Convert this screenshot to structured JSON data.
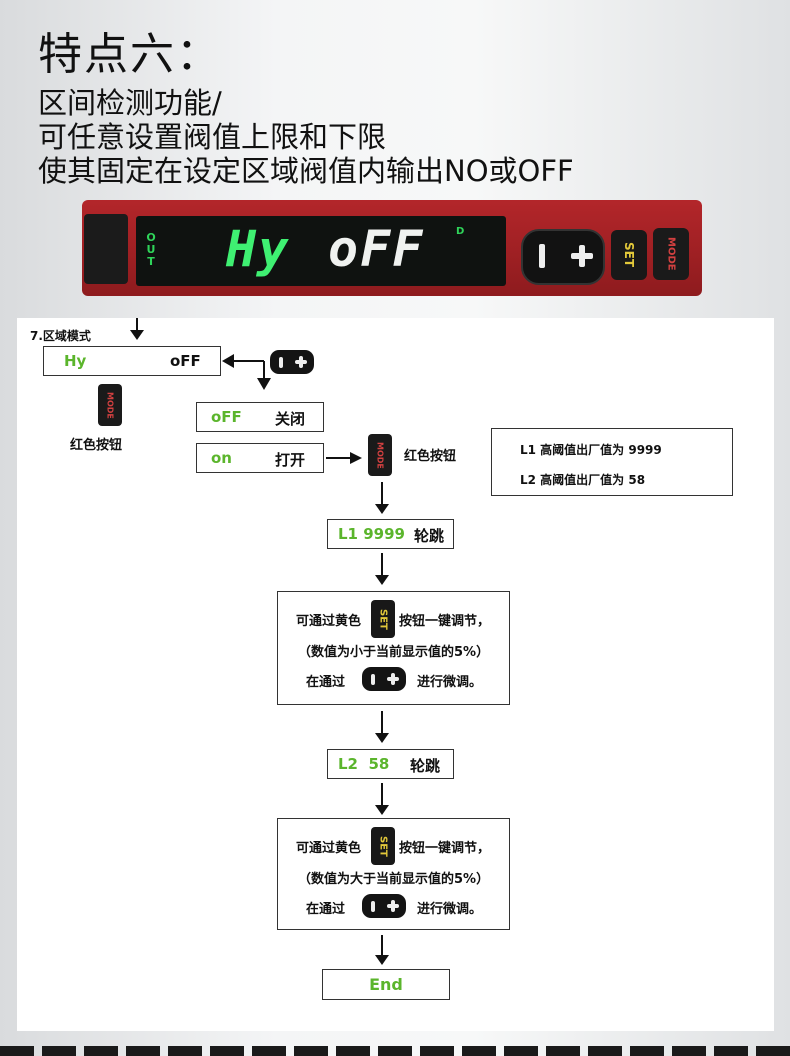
{
  "header": {
    "title": "特点六：",
    "lines": [
      "区间检测功能/",
      "可任意设置阀值上限和下限",
      "使其固定在设定区域阀值内输出NO或OFF"
    ]
  },
  "device": {
    "out_label": "OUT",
    "display_left": "Hy",
    "display_right": "oFF",
    "d_indicator": "D",
    "set_label": "SET",
    "mode_label": "MODE"
  },
  "diagram": {
    "section_label": "7.区域模式",
    "mode_box": {
      "left": "Hy",
      "right": "oFF"
    },
    "red_button_caption": "红色按钮",
    "options": [
      {
        "code": "oFF",
        "label": "关闭"
      },
      {
        "code": "on",
        "label": "打开"
      }
    ],
    "red_button_caption_2": "红色按钮",
    "info": [
      "L1 高阈值出厂值为 9999",
      "L2 高阈值出厂值为 58"
    ],
    "step1": {
      "code": "L1 9999",
      "label": "轮跳"
    },
    "adjust1": {
      "line1_a": "可通过黄色",
      "line1_b": "按钮一键调节，",
      "line2": "（数值为小于当前显示值的5%）",
      "line3_a": "在通过",
      "line3_b": "进行微调。"
    },
    "step2": {
      "code": "L2  58",
      "label": "轮跳"
    },
    "adjust2": {
      "line1_a": "可通过黄色",
      "line1_b": "按钮一键调节，",
      "line2": "（数值为大于当前显示值的5%）",
      "line3_a": "在通过",
      "line3_b": "进行微调。"
    },
    "end_label": "End",
    "set_label": "SET",
    "mode_label": "MODE"
  },
  "colors": {
    "green": "#5bb52c",
    "device_red": "#b3262a",
    "set_yellow": "#e2c83a"
  }
}
